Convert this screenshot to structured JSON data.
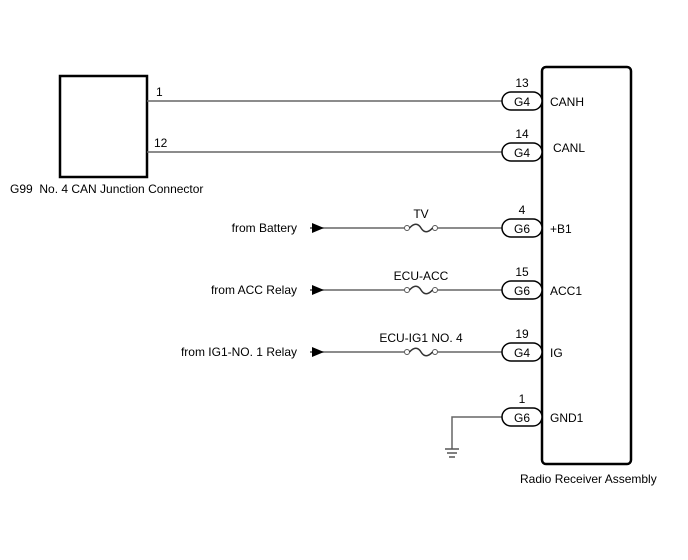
{
  "junction": {
    "name": "G99  No. 4 CAN Junction Connector",
    "pins": [
      "1",
      "12"
    ]
  },
  "ecu": {
    "name": "Radio Receiver Assembly"
  },
  "circuits": [
    {
      "source": "",
      "fuse": "",
      "pin": "13",
      "connector": "G4",
      "terminal": "CANH",
      "kind": "can",
      "junction_pin": "1"
    },
    {
      "source": "",
      "fuse": "",
      "pin": "14",
      "connector": "G4",
      "terminal": "CANL",
      "kind": "can",
      "junction_pin": "12"
    },
    {
      "source": "from Battery",
      "fuse": "TV",
      "pin": "4",
      "connector": "G6",
      "terminal": "+B1",
      "kind": "power"
    },
    {
      "source": "from ACC Relay",
      "fuse": "ECU-ACC",
      "pin": "15",
      "connector": "G6",
      "terminal": "ACC1",
      "kind": "power"
    },
    {
      "source": "from IG1-NO. 1 Relay",
      "fuse": "ECU-IG1 NO. 4",
      "pin": "19",
      "connector": "G4",
      "terminal": "IG",
      "kind": "power"
    },
    {
      "source": "",
      "fuse": "",
      "pin": "1",
      "connector": "G6",
      "terminal": "GND1",
      "kind": "ground"
    }
  ],
  "colors": {
    "wire": "#666666",
    "outline": "#000000"
  }
}
